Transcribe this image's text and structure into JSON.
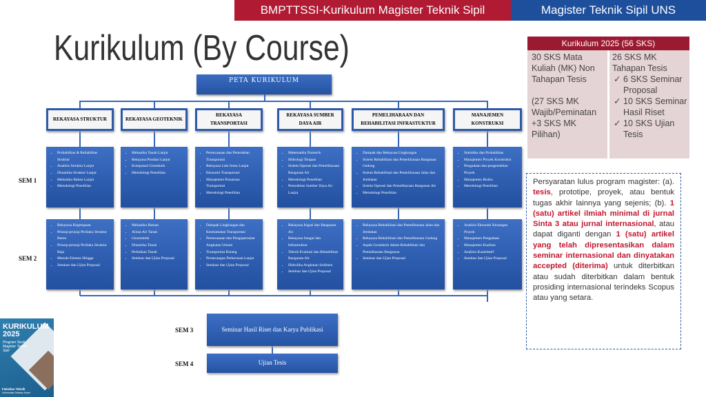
{
  "header": {
    "program_tab": "BMPTTSSI-Kurikulum Magister Teknik Sipil",
    "institution_tab": "Magister Teknik Sipil UNS"
  },
  "title": "Kurikulum (By Course)",
  "peta": "PETA KURIKULUM",
  "categories": [
    {
      "name": "REKAYASA STRUKTUR",
      "sem1": [
        "Probabilitas & Reliabilitas Struktur",
        "Analisis Struktur Lanjut",
        "Dinamika Struktur Lanjut",
        "Mekanika Bahan Lanjut",
        "Metodologi Penelitian"
      ],
      "sem2": [
        "Rekayasa Kegempaan",
        "Prinsip-prinsip Perilaku Struktur Beton",
        "Prinsip-prinsip Perilaku Struktur Baja",
        "Metode Elemen Hingga",
        "Seminar dan Ujian Proposal"
      ]
    },
    {
      "name": "REKAYASA GEOTEKNIK",
      "sem1": [
        "Mekanika Tanah Lanjut",
        "Rekayasa Pondasi Lanjut",
        "Komputasi Geoteknik",
        "Metodologi Penelitian"
      ],
      "sem2": [
        "Mekanika Batuan",
        "Aliran Air Tanah",
        "Geosintetik",
        "Dinamika Tanah",
        "Perbaikan Tanah",
        "Seminar dan Ujian Proposal"
      ]
    },
    {
      "name": "REKAYASA TRANSPORTASI",
      "sem1": [
        "Perencanaan dan Pemodelan Transportasi",
        "Rekayasa Lalu lintas Lanjut",
        "Ekonomi Transportasi",
        "Manajemen Prasarana Transportasi",
        "Metodologi Penelitian"
      ],
      "sem2": [
        "Dampak Lingkungan dan Keselamatan Transportasi",
        "Perencanaan dan Pengoperasian Angkutan Umum",
        "Transportasi Barang",
        "Perancangan Perkerasan Lanjut",
        "Seminar dan Ujian Proposal"
      ]
    },
    {
      "name": "REKAYASA SUMBER DAYA AIR",
      "sem1": [
        "Matematika Numerik",
        "Hidrologi Terapan",
        "Sistem Operasi dan Pemeliharaan Bangunan Air",
        "Metodologi Penelitian",
        "Pemodelan Sumber Daya Air Lanjut"
      ],
      "sem2": [
        "Rekayasa Irigasi dan Bangunan Air",
        "Rekayasa Sungai dan Infrastruktur",
        "Teknik Evaluasi dan Rehabilitasi Bangunan Air",
        "Hidrolika Angkutan Sedimen",
        "Seminar dan Ujian Proposal"
      ]
    },
    {
      "name": "PEMELIHARAAN DAN REHABILITASI INFRASTUKTUR",
      "sem1": [
        "Dampak dan Rekayasa Lingkungan",
        "Sistem Rehabilitasi dan Pemeliharaan Bangunan Gedung",
        "Sistem Rehabilitasi dan Pemeliharaan Jalan dan Jembatan",
        "Sistem Operasi dan Pemeliharaan Bangunan Air",
        "Metodologi Penelitian"
      ],
      "sem2": [
        "Rekayasa Rehabilitasi dan Pemeliharaan Jalan dan Jembatan",
        "Rekayasa Rehabilitasi dan Pemeliharaan Gedung",
        "Aspek Geoteknik dalam Rehabilitasi dan Pemeliharaan Bangunan",
        "Seminar dan Ujian Proposal"
      ]
    },
    {
      "name": "MANAJEMEN KONSTRUKSI",
      "sem1": [
        "Statistika dan Probabilitas",
        "Manajemen Proyek Konstruksi",
        "Pengadaan dan pengendalian Proyek",
        "Manajemen Risiko",
        "Metodologi Penelitian"
      ],
      "sem2": [
        "Analisis Ekonomi Keuangan Proyek",
        "Manajemen Pengadaan",
        "Manajemen Kualitas",
        "Analisis Kuantitatif",
        "Seminar dan Ujian Proposal"
      ]
    }
  ],
  "semesters": {
    "sem1": "SEM 1",
    "sem2": "SEM 2",
    "sem3": "SEM 3",
    "sem4": "SEM 4"
  },
  "sem3_box": "Seminar Hasil Riset dan Karya Publikasi",
  "sem4_box": "Ujian Tesis",
  "sks_table": {
    "header": "Kurikulum 2025 (56 SKS)",
    "left_main": "30 SKS Mata Kuliah (MK) Non Tahapan Tesis",
    "left_sub": "(27 SKS MK Wajib/Peminatan +3 SKS MK Pilihan)",
    "right_main": "26 SKS MK Tahapan Tesis",
    "right_items": [
      "6 SKS Seminar Proposal",
      "10 SKS Seminar Hasil Riset",
      "10 SKS Ujian Tesis"
    ]
  },
  "requirements": {
    "t1": "Persyaratan lulus program magister: (a). ",
    "t2": "tesis",
    "t3": ", prototipe, proyek, atau bentuk tugas akhir lainnya yang sejenis; (b). ",
    "t4": "1 (satu) artikel ilmiah minimal di jurnal Sinta 3 atau jurnal internasional",
    "t5": ", atau dapat diganti dengan ",
    "t6": "1 (satu) artikel yang telah dipresentasikan dalam seminar internasional dan dinyatakan accepted (diterima)",
    "t7": " untuk diterbitkan atau sudah diterbitkan dalam bentuk prosiding internasional terindeks Scopus atau yang setara."
  },
  "cover": {
    "title": "KURIKULUM",
    "year": "2025",
    "subtitle": "Program Studi Magister Teknik Sipil",
    "faculty": "Fakultas Teknik",
    "university": "Universitas Sebelas Maret"
  },
  "colors": {
    "red": "#b01a33",
    "blue": "#1d4f9c",
    "maroon": "#9c1a31"
  }
}
